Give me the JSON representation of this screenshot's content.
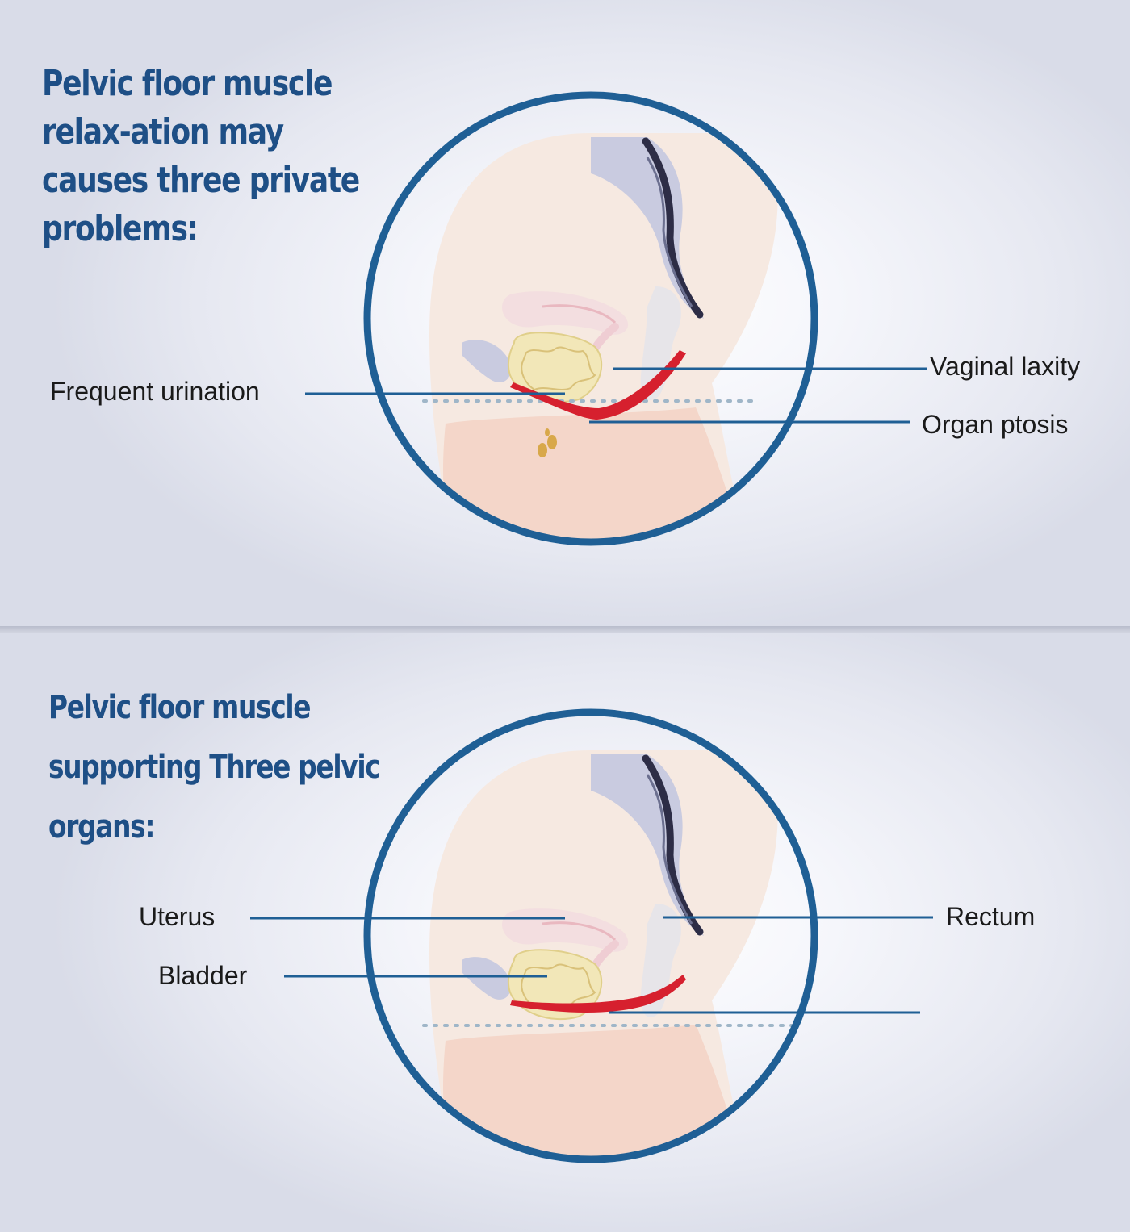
{
  "top_panel": {
    "heading": "Pelvic floor muscle relax-ation may causes three private problems:",
    "labels": {
      "frequent_urination": "Frequent urination",
      "vaginal_laxity": "Vaginal laxity",
      "organ_ptosis": "Organ ptosis"
    }
  },
  "bottom_panel": {
    "heading": "Pelvic floor muscle supporting Three pelvic organs:",
    "labels": {
      "uterus": "Uterus",
      "bladder": "Bladder",
      "rectum": "Rectum"
    }
  },
  "colors": {
    "heading": "#1e4f86",
    "circle": "#1f5f95",
    "muscle": "#d6202e",
    "bladder": "#f2e7b8",
    "bone": "#c9cbe0",
    "skin": "#f7dcd2"
  }
}
